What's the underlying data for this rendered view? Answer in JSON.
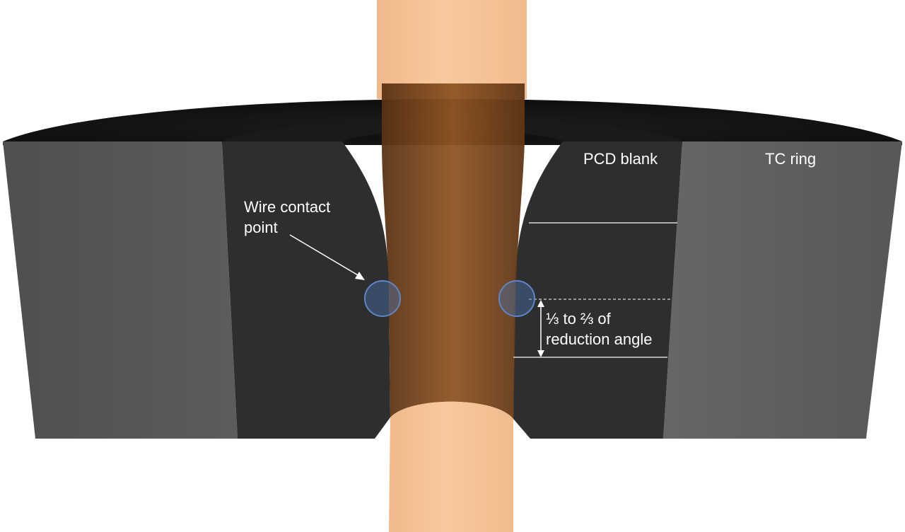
{
  "labels": {
    "pcd_blank": "PCD blank",
    "tc_ring": "TC ring",
    "wire_contact_line1": "Wire contact",
    "wire_contact_line2": "point",
    "reduction_line1": "⅓ to ⅔ of",
    "reduction_line2": "reduction angle"
  },
  "colors": {
    "wire": "#f5c195",
    "wire_inside": "#8a5022",
    "ring": "#5f5f5f",
    "blank": "#2c2c2c",
    "top_face": "#161616",
    "contact_circle": "#5d86c8"
  }
}
